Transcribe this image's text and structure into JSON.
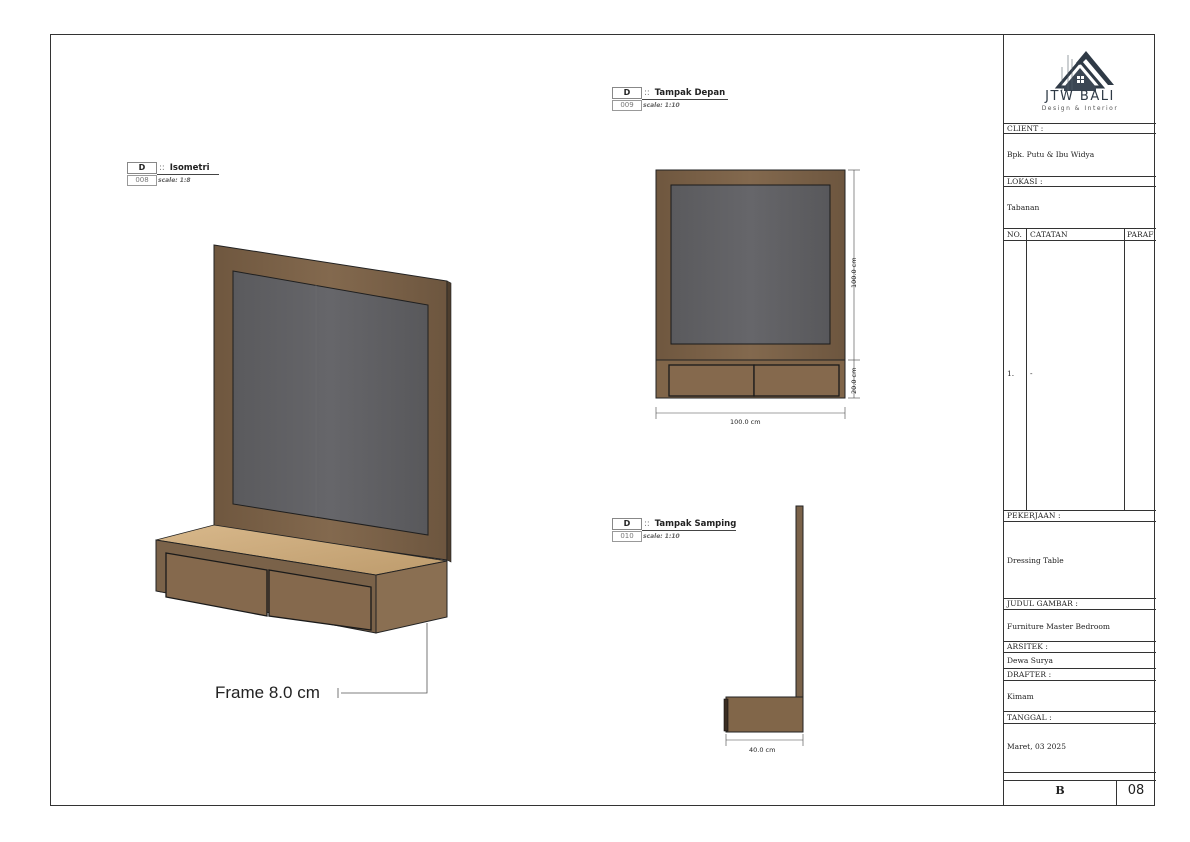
{
  "views": {
    "isometric": {
      "tag": "D",
      "number": "008",
      "title": "Isometri",
      "scale": "scale: 1:8"
    },
    "front": {
      "tag": "D",
      "number": "009",
      "title": "Tampak Depan",
      "scale": "scale: 1:10"
    },
    "side": {
      "tag": "D",
      "number": "010",
      "title": "Tampak Samping",
      "scale": "scale: 1:10"
    }
  },
  "separator": "::",
  "annotations": {
    "frame": "Frame 8.0 cm",
    "front_width": "100.0 cm",
    "front_mirror_height": "100.0 cm",
    "front_base_height": "20.0 cm",
    "side_depth": "40.0 cm"
  },
  "title_block": {
    "logo_main": "JTW BALI",
    "logo_sub": "Design & Interior",
    "client_label": "CLIENT :",
    "client_value": "Bpk. Putu & Ibu Widya",
    "lokasi_label": "LOKASI :",
    "lokasi_value": "Tabanan",
    "table_headers": {
      "no": "NO.",
      "catatan": "CATATAN",
      "paraf": "PARAF"
    },
    "table_rows": [
      {
        "no": "1.",
        "catatan": "-"
      }
    ],
    "pekerjaan_label": "PEKERJAAN :",
    "pekerjaan_value": "Dressing Table",
    "judul_label": "JUDUL GAMBAR :",
    "judul_value": "Furniture Master Bedroom",
    "arsitek_label": "ARSITEK :",
    "arsitek_value": "Dewa Surya",
    "drafter_label": "DRAFTER :",
    "drafter_value": "Kimam",
    "tanggal_label": "TANGGAL :",
    "tanggal_value": "Maret, 03 2025",
    "sheet_code": "B",
    "sheet_number": "08"
  },
  "colors": {
    "wood_dark": "#7b634a",
    "wood_light": "#c9a87c",
    "glass": "#5f5f62",
    "line": "#222222"
  }
}
